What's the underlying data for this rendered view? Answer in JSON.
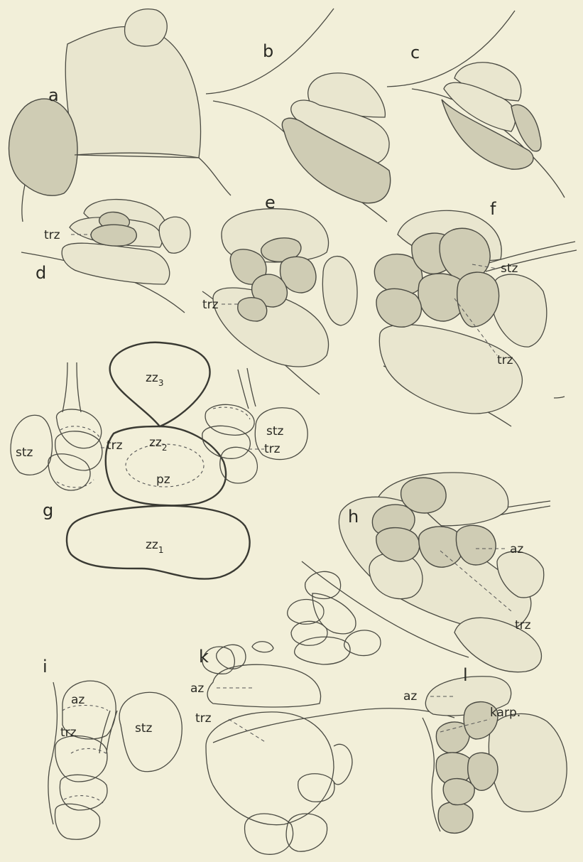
{
  "panels": {
    "a": "a",
    "b": "b",
    "c": "c",
    "d": "d",
    "e": "e",
    "f": "f",
    "g": "g",
    "h": "h",
    "i": "i",
    "k": "k",
    "l": "l"
  },
  "labels": {
    "trz": "trz",
    "stz": "stz",
    "az": "az",
    "pz": "pz",
    "zz": "zz",
    "karp": "karp.",
    "sub1": "1",
    "sub2": "2",
    "sub3": "3"
  },
  "colors": {
    "background": "#f2efd9",
    "stipple": "#cfccb4",
    "line": "#4a4a42"
  }
}
